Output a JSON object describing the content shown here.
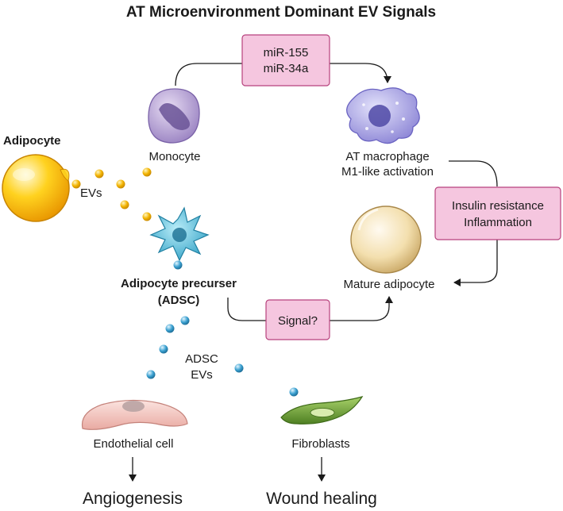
{
  "title": "AT Microenvironment Dominant EV Signals",
  "cells": {
    "adipocyte": "Adipocyte",
    "monocyte": "Monocyte",
    "macrophage_line1": "AT macrophage",
    "macrophage_line2": "M1-like activation",
    "mature_adipocyte": "Mature adipocyte",
    "precursor_line1": "Adipocyte precurser",
    "precursor_line2": "(ADSC)",
    "endothelial": "Endothelial cell",
    "fibroblasts": "Fibroblasts"
  },
  "labels": {
    "evs": "EVs",
    "adsc_evs_line1": "ADSC",
    "adsc_evs_line2": "EVs"
  },
  "boxes": {
    "mirna_line1": "miR-155",
    "mirna_line2": "miR-34a",
    "insulin_line1": "Insulin resistance",
    "insulin_line2": "Inflammation",
    "signal": "Signal?"
  },
  "outcomes": {
    "angiogenesis": "Angiogenesis",
    "wound_healing": "Wound healing"
  },
  "colors": {
    "box_fill": "#f5c6df",
    "box_border": "#b7427d",
    "adipocyte_ev": "#f2b300",
    "adsc_ev": "#3aa0d0"
  }
}
